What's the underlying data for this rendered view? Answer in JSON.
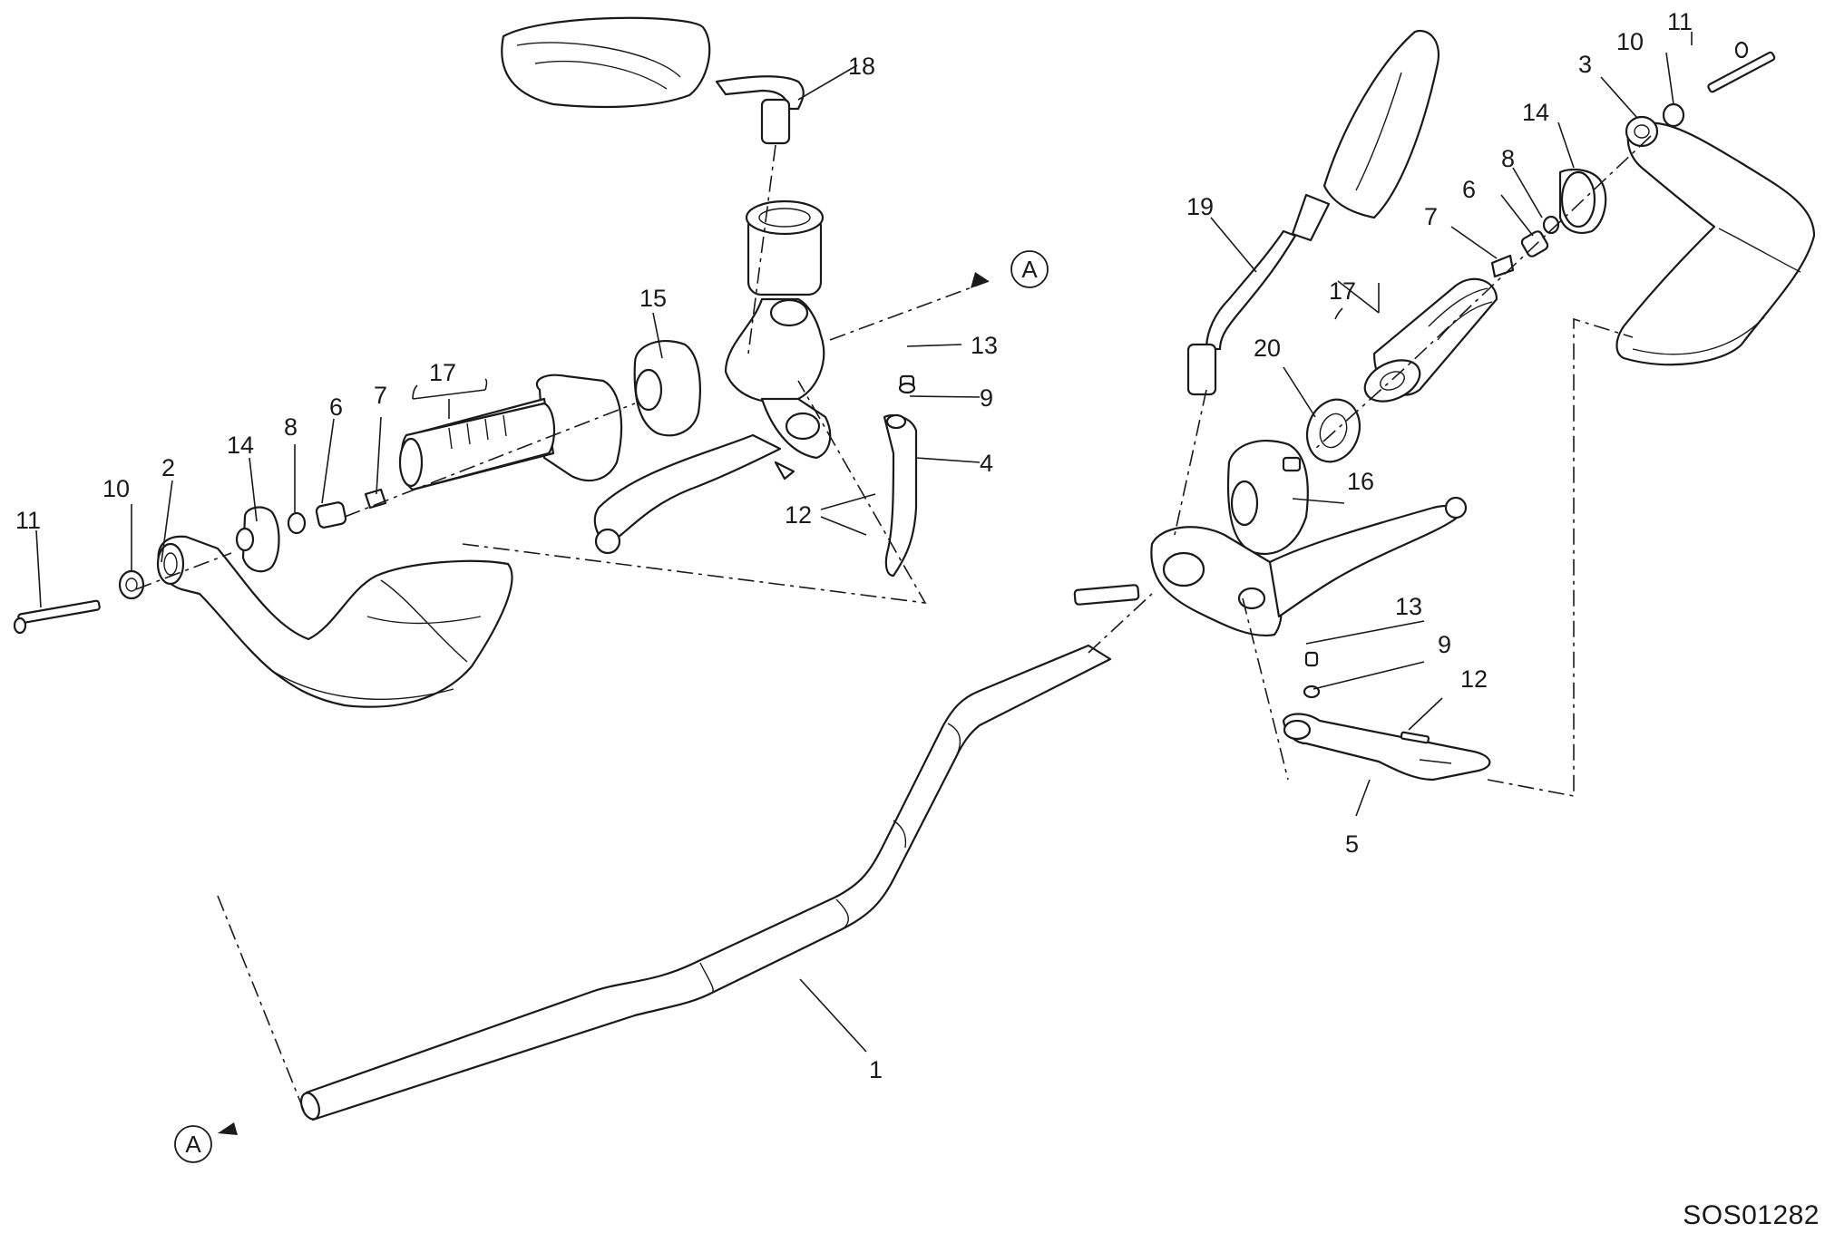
{
  "drawing_code": "SOS01282",
  "reference_marker": "A",
  "callouts": [
    "1",
    "2",
    "3",
    "4",
    "5",
    "6",
    "7",
    "8",
    "9",
    "10",
    "11",
    "12",
    "13",
    "14",
    "15",
    "16",
    "17",
    "18",
    "19",
    "20"
  ],
  "colors": {
    "line": "#1a1a1a",
    "background": "#ffffff",
    "shade": "#ececec"
  }
}
